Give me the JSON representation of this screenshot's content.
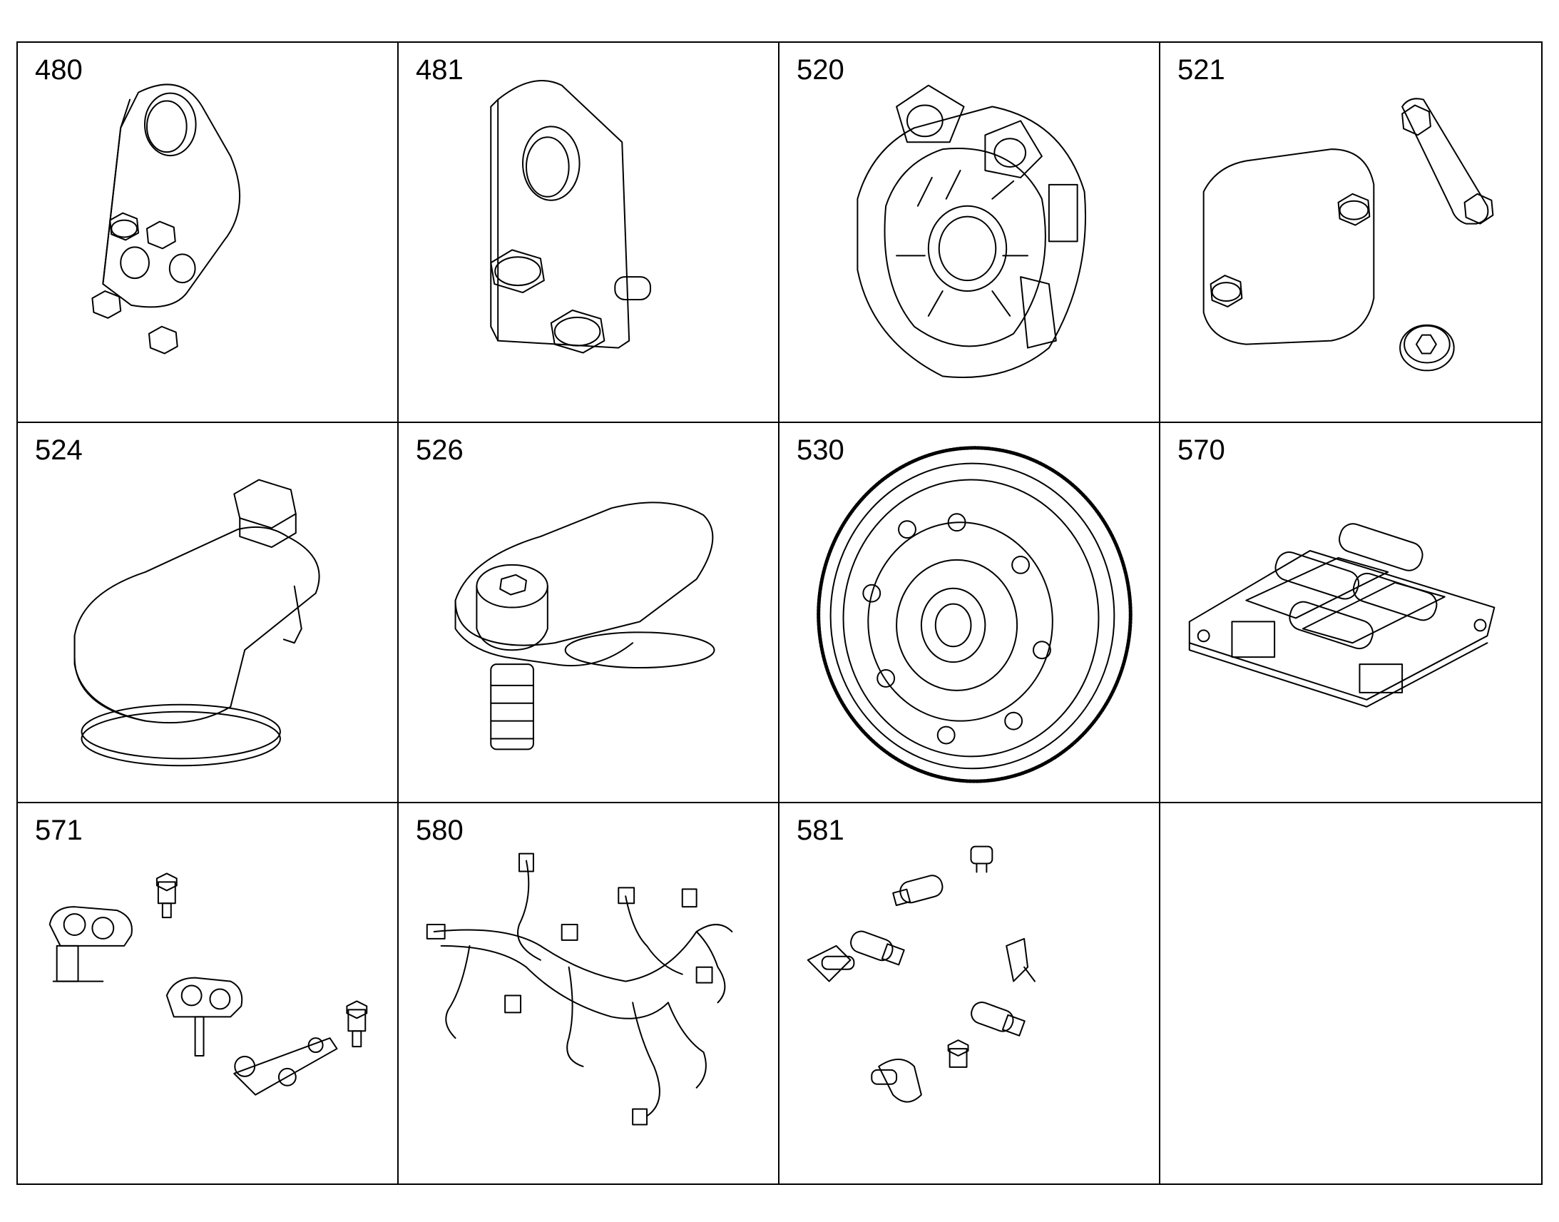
{
  "parts": [
    {
      "number": "480",
      "icon": "lifting-bracket-bolts-icon"
    },
    {
      "number": "481",
      "icon": "lifting-bracket-pin-icon"
    },
    {
      "number": "520",
      "icon": "flywheel-housing-icon"
    },
    {
      "number": "521",
      "icon": "cover-plates-bolts-icon"
    },
    {
      "number": "524",
      "icon": "cover-bolt-hex-icon"
    },
    {
      "number": "526",
      "icon": "cover-bolt-socket-icon"
    },
    {
      "number": "530",
      "icon": "flywheel-ring-gear-icon"
    },
    {
      "number": "570",
      "icon": "injector-rail-assembly-icon"
    },
    {
      "number": "571",
      "icon": "clamps-brackets-icon"
    },
    {
      "number": "580",
      "icon": "wiring-harness-icon"
    },
    {
      "number": "581",
      "icon": "sensors-icon"
    },
    {
      "number": "",
      "icon": ""
    }
  ]
}
